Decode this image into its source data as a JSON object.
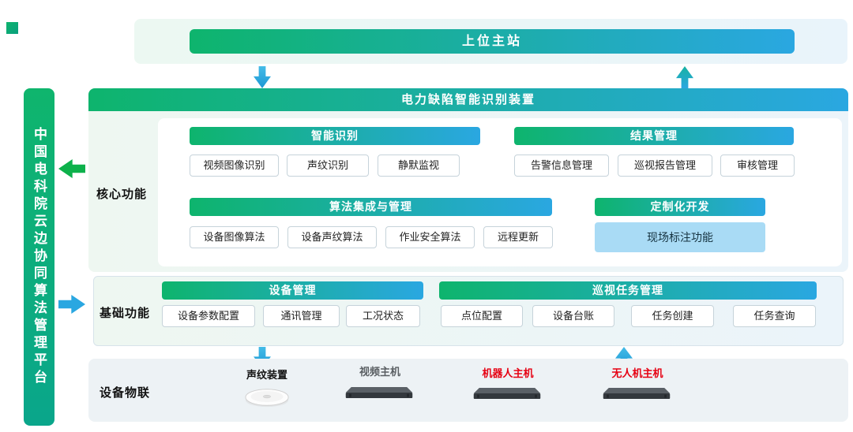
{
  "platform": {
    "label": "中国电科院云边协同算法管理平台"
  },
  "top": {
    "station_label": "上位主站"
  },
  "device": {
    "title": "电力缺陷智能识别装置"
  },
  "core": {
    "label": "核心功能",
    "groups": [
      {
        "title": "智能识别",
        "items": [
          "视频图像识别",
          "声纹识别",
          "静默监视"
        ]
      },
      {
        "title": "结果管理",
        "items": [
          "告警信息管理",
          "巡视报告管理",
          "审核管理"
        ]
      },
      {
        "title": "算法集成与管理",
        "items": [
          "设备图像算法",
          "设备声纹算法",
          "作业安全算法",
          "远程更新"
        ]
      },
      {
        "title": "定制化开发",
        "items": [
          "现场标注功能"
        ]
      }
    ]
  },
  "basic": {
    "label": "基础功能",
    "groups": [
      {
        "title": "设备管理",
        "items": [
          "设备参数配置",
          "通讯管理",
          "工况状态"
        ]
      },
      {
        "title": "巡视任务管理",
        "items": [
          "点位配置",
          "设备台账",
          "任务创建",
          "任务查询"
        ]
      }
    ]
  },
  "iot": {
    "label": "设备物联",
    "devices": [
      {
        "name": "声纹装置",
        "icon": "voiceprint-disc"
      },
      {
        "name": "视频主机",
        "icon": "server"
      },
      {
        "name": "机器人主机",
        "icon": "server"
      },
      {
        "name": "无人机主机",
        "icon": "server"
      }
    ]
  },
  "colors": {
    "green": "#0eb46d",
    "blue": "#2aa7e1",
    "red": "#e60012",
    "light_blue_item": "#a9dbf5"
  }
}
